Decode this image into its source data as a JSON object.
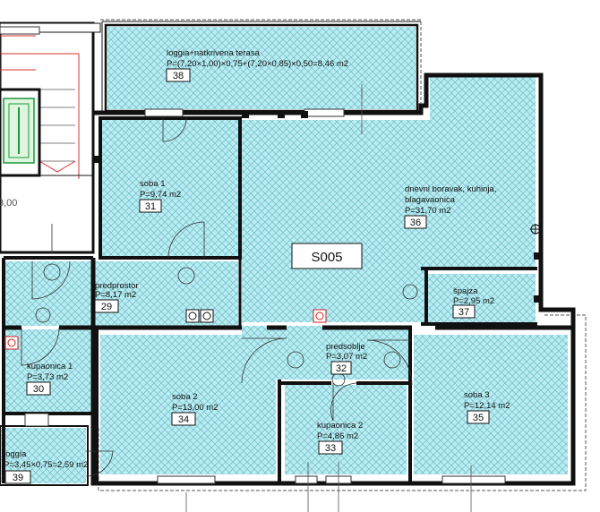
{
  "colors": {
    "room_fill": "#b9ecf0",
    "hatch": "#69b8c4",
    "wall": "#111111",
    "red_symbol": "#d42020",
    "stair_red": "#d83030"
  },
  "unit_label": "S005",
  "side_label": "3,00",
  "rooms": {
    "loggia_terasa": {
      "name": "loggia+natkrivena terasa",
      "area": "P=(7,20×1,00)×0,75+(7,20×0,85)×0,50=8,46 m2",
      "number": "38"
    },
    "soba1": {
      "name": "soba 1",
      "area": "P=9,74 m2",
      "number": "31"
    },
    "dnevni": {
      "name": "dnevni boravak, kuhinja,",
      "name2": "blagavaonica",
      "area": "P=31,70 m2",
      "number": "36"
    },
    "predprostor": {
      "name": "predprostor",
      "area": "P=8,17 m2",
      "number": "29"
    },
    "spajza": {
      "name": "špajza",
      "area": "P=2,95 m2",
      "number": "37"
    },
    "predsoblje": {
      "name": "predsoblje",
      "area": "P=3,07 m2",
      "number": "32"
    },
    "kupaonica1": {
      "name": "kupaonica 1",
      "area": "P=3,73 m2",
      "number": "30"
    },
    "soba2": {
      "name": "soba 2",
      "area": "P=13,00 m2",
      "number": "34"
    },
    "kupaonica2": {
      "name": "kupaonica 2",
      "area": "P=4,86 m2",
      "number": "33"
    },
    "soba3": {
      "name": "soba 3",
      "area": "P=12,14 m2",
      "number": "35"
    },
    "loggia": {
      "name": "loggia",
      "area": "P=3,45×0,75=2,59 m2",
      "number": "39"
    }
  }
}
